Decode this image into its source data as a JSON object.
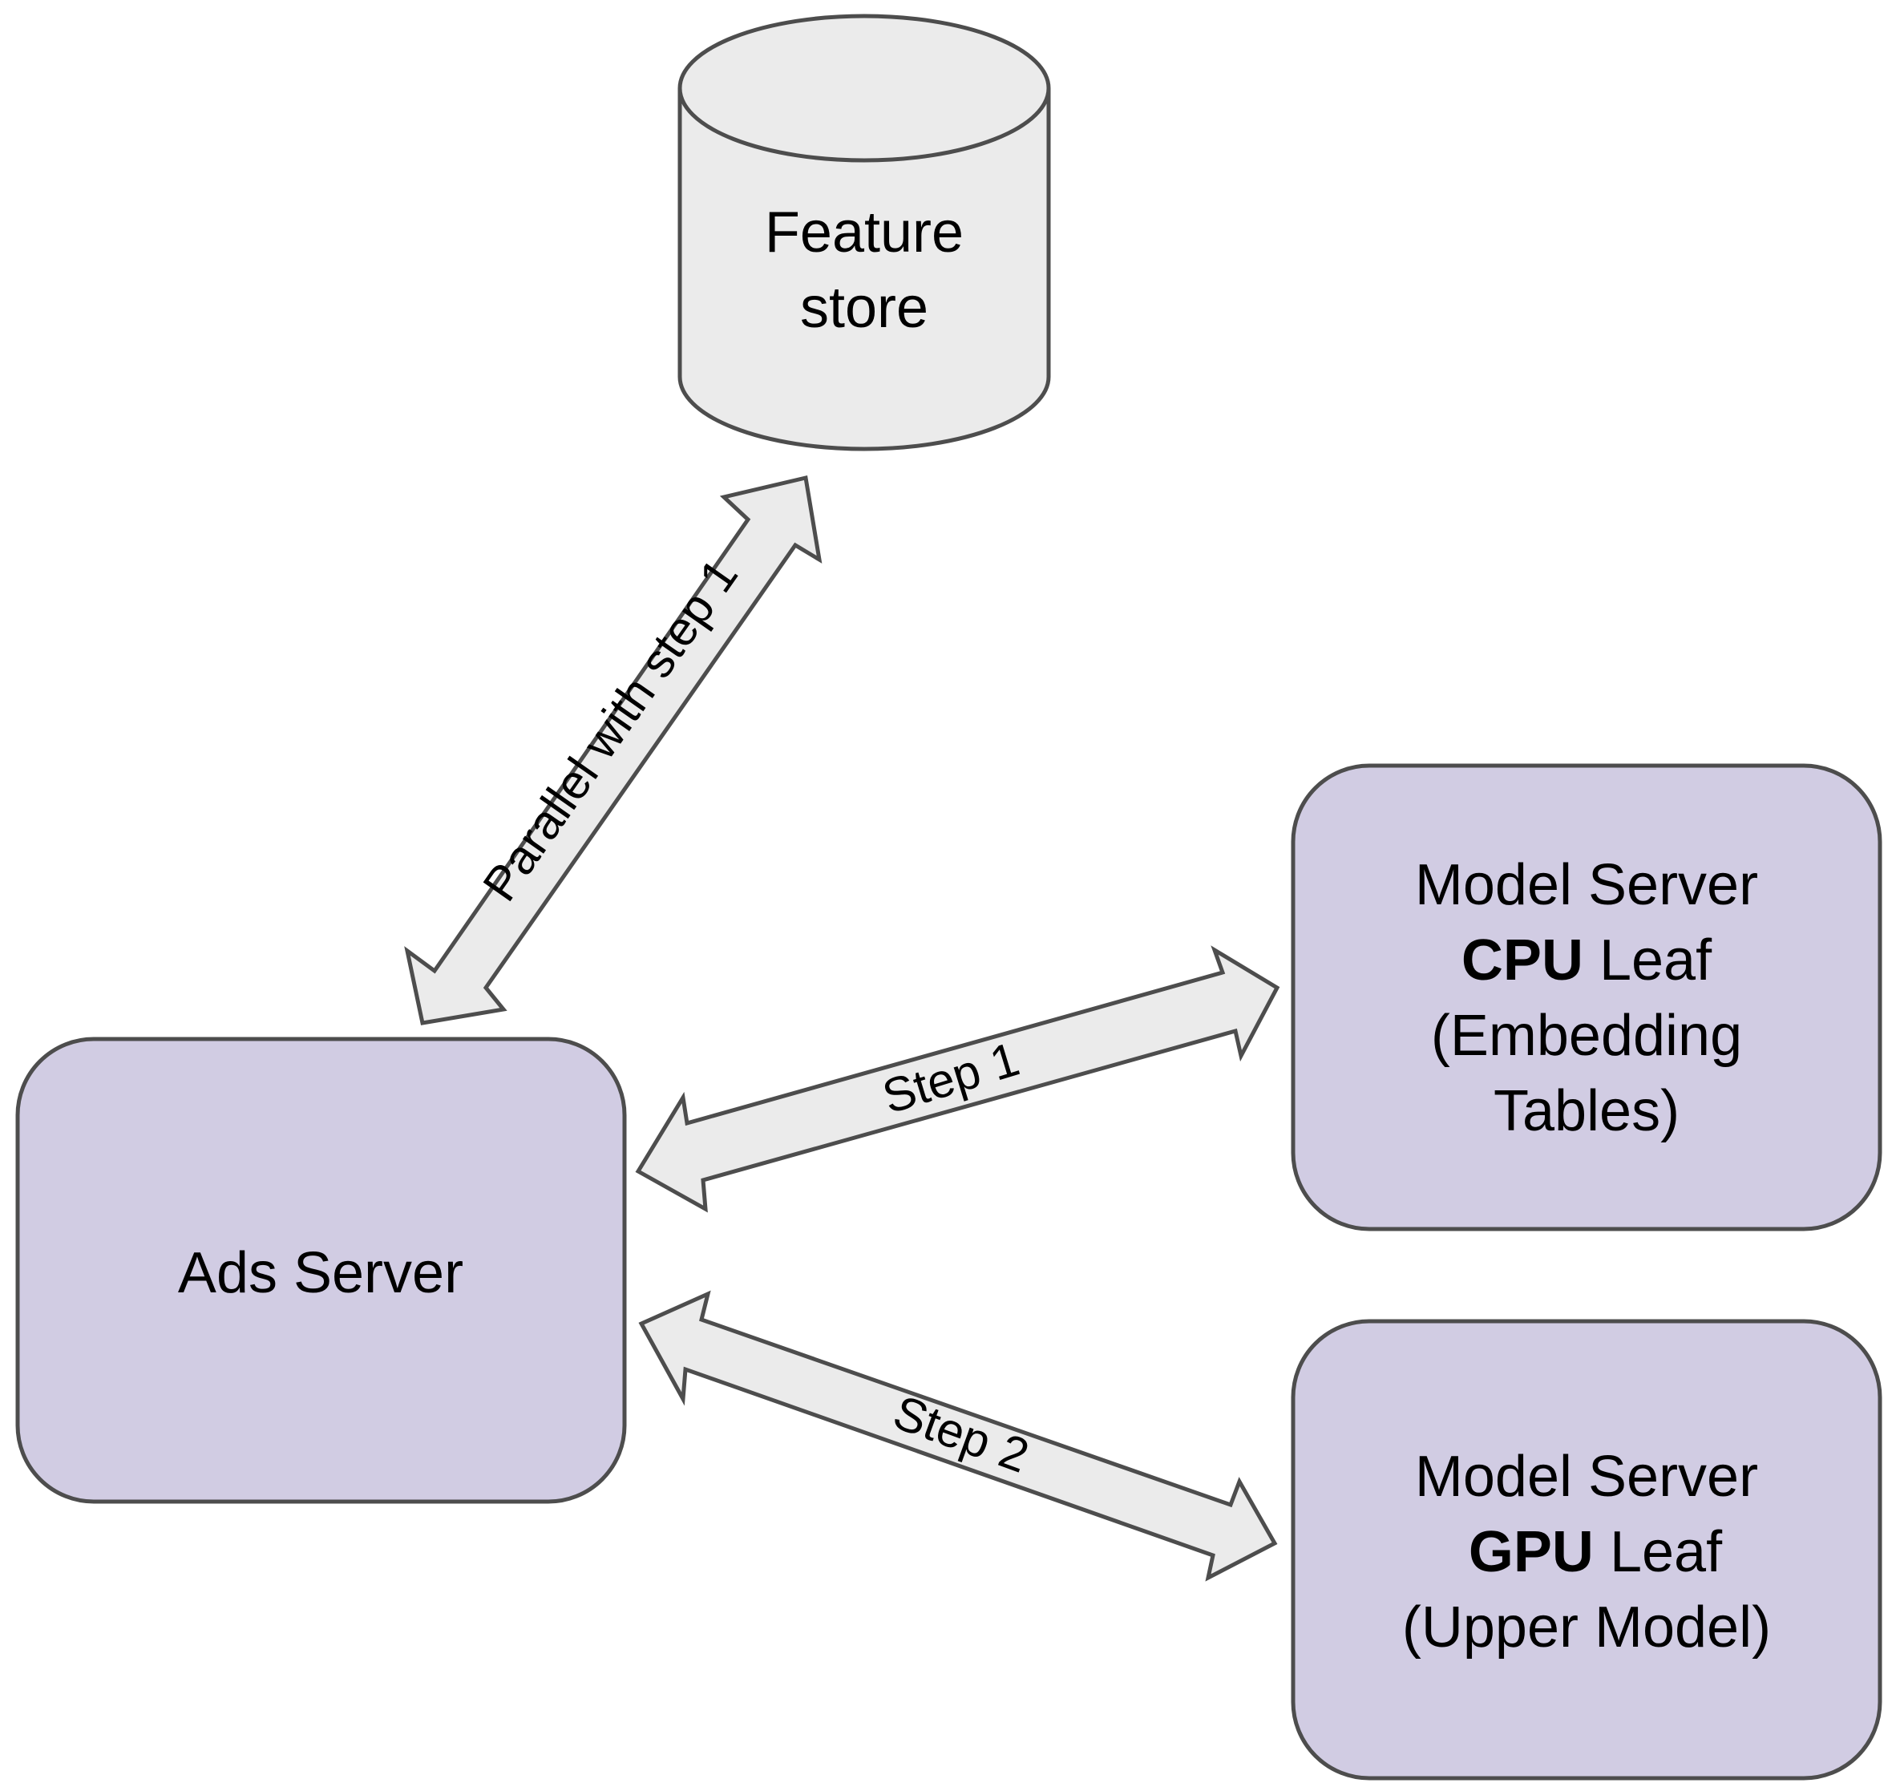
{
  "colors": {
    "server_fill": "#d1cce3",
    "store_fill": "#ebebeb",
    "arrow_fill": "#ebebeb",
    "stroke": "#4d4d4d"
  },
  "nodes": {
    "feature_store": {
      "line1": "Feature",
      "line2": "store"
    },
    "ads_server": {
      "label": "Ads Server"
    },
    "cpu_leaf": {
      "line1": "Model Server",
      "line2_bold": "CPU",
      "line2_rest": " Leaf",
      "line3": "(Embedding",
      "line4": "Tables)"
    },
    "gpu_leaf": {
      "line1": "Model Server",
      "line2_bold": "GPU",
      "line2_rest": " Leaf",
      "line3": "(Upper Model)"
    }
  },
  "edges": {
    "feature_store_link": {
      "label": "Parallel with step 1"
    },
    "step1_link": {
      "label": "Step 1"
    },
    "step2_link": {
      "label": "Step 2"
    }
  }
}
